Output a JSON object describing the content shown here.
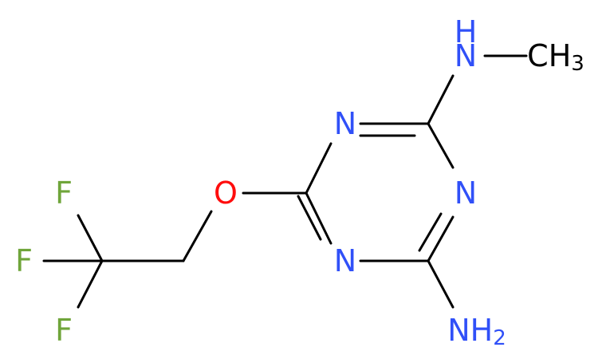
{
  "molecule": {
    "atoms": {
      "n_methylamino": {
        "text": "H",
        "under": "N"
      },
      "methyl": {
        "text": "CH",
        "sub": "3"
      },
      "ring_n_top": {
        "text": "N"
      },
      "ring_n_right": {
        "text": "N"
      },
      "ring_n_bottom": {
        "text": "N"
      },
      "amino": {
        "text": "NH",
        "sub": "2"
      },
      "ether_o": {
        "text": "O"
      },
      "f_top": {
        "text": "F"
      },
      "f_mid": {
        "text": "F"
      },
      "f_bottom": {
        "text": "F"
      }
    },
    "colors": {
      "nitrogen": "#3050F8",
      "oxygen": "#FF0D0D",
      "fluorine": "#6FA53A",
      "carbon": "#000000"
    }
  }
}
